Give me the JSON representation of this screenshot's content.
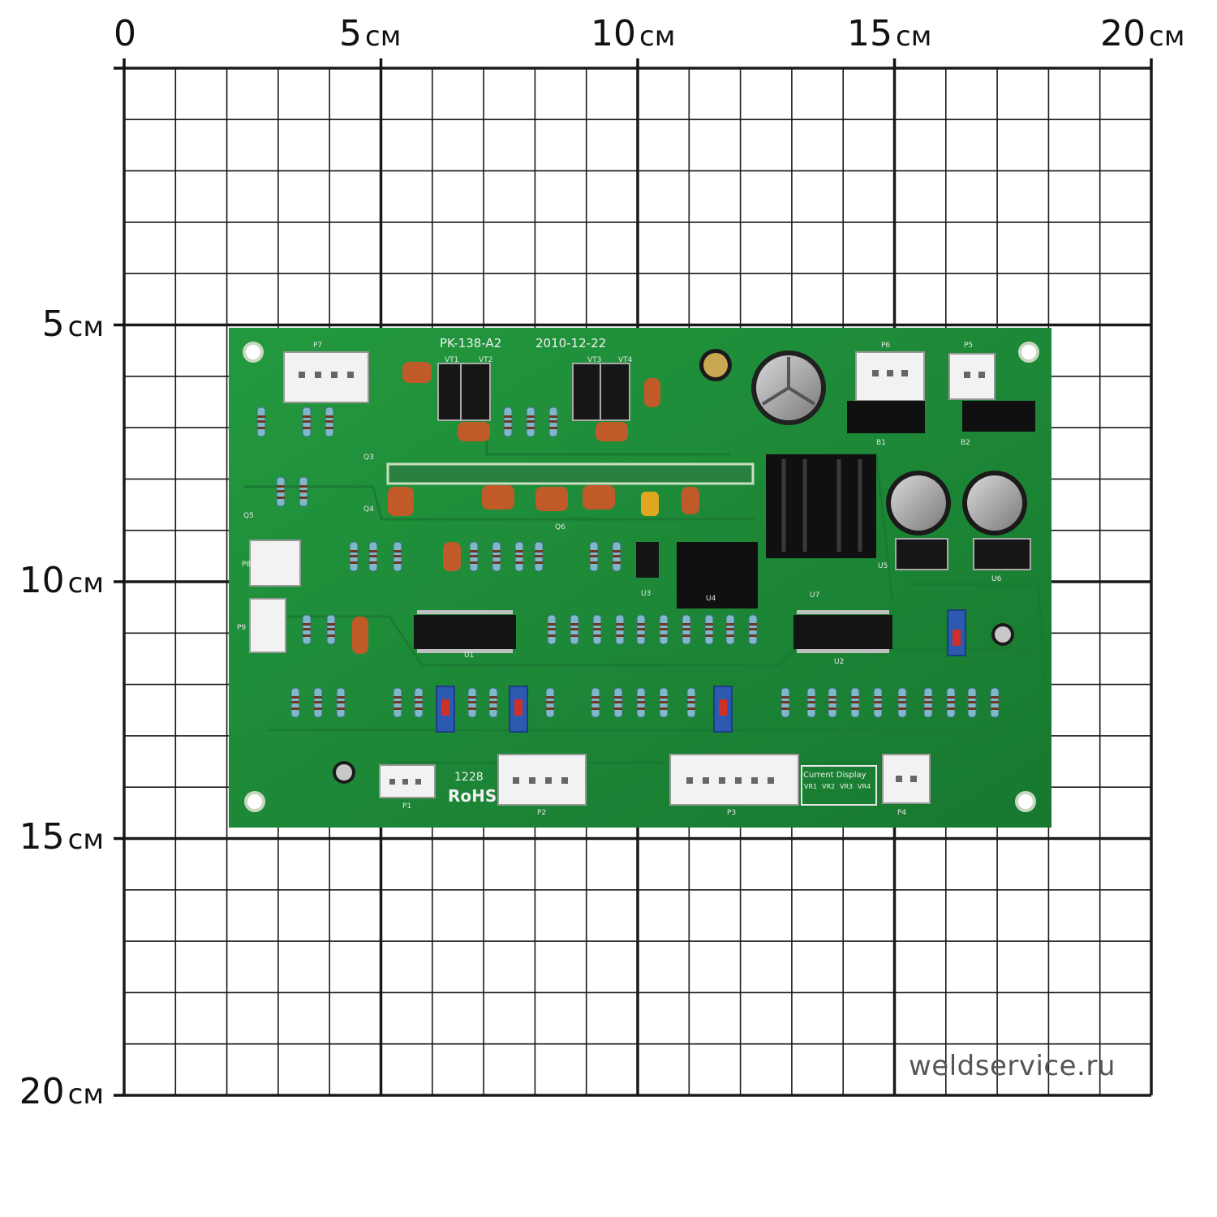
{
  "ruler": {
    "x_labels": [
      {
        "num": "0",
        "unit": ""
      },
      {
        "num": "5",
        "unit": "см"
      },
      {
        "num": "10",
        "unit": "см"
      },
      {
        "num": "15",
        "unit": "см"
      },
      {
        "num": "20",
        "unit": "см"
      }
    ],
    "y_labels": [
      {
        "num": "5",
        "unit": "см"
      },
      {
        "num": "10",
        "unit": "см"
      },
      {
        "num": "15",
        "unit": "см"
      },
      {
        "num": "20",
        "unit": "см"
      }
    ]
  },
  "board": {
    "model": "PK-138-A2",
    "date": "2010-12-22",
    "rohs": "RoHS",
    "cert_number": "1228",
    "panel_title": "Current Display",
    "panel_cells": [
      "VR1",
      "VR2",
      "VR3",
      "VR4"
    ],
    "connectors": [
      "P7",
      "P6",
      "P5",
      "P8",
      "P9",
      "P1",
      "P2",
      "P3",
      "P4"
    ],
    "parts": [
      "VT1",
      "VT2",
      "VT3",
      "VT4",
      "Q3",
      "Q4",
      "Q5",
      "Q6",
      "U1",
      "U2",
      "U3",
      "U4",
      "U5",
      "U6",
      "U7",
      "B1",
      "B2"
    ]
  },
  "colors": {
    "pcb": "#1f8a3a",
    "pcb_dark": "#146b2a",
    "grid": "#1a1a1a"
  },
  "watermark": "weldservice.ru"
}
